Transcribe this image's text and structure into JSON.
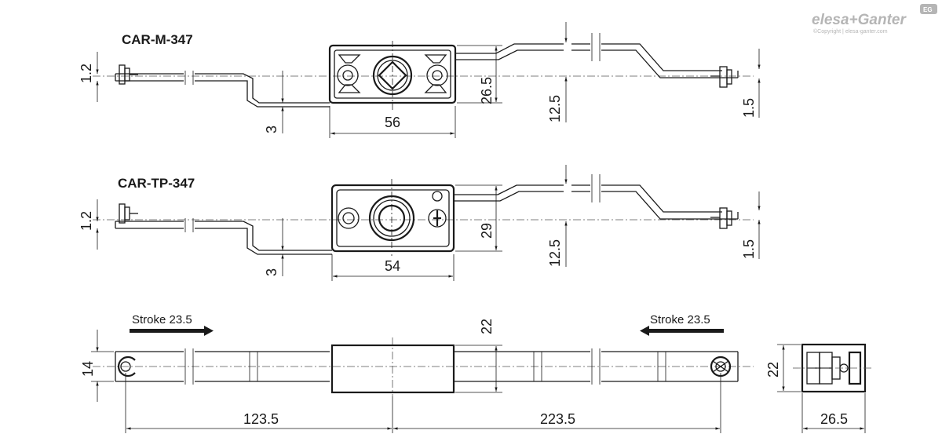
{
  "brand": {
    "logo_text": "elesa+Ganter",
    "copyright": "©Copyright | elesa-ganter.com",
    "badge": "EG",
    "color": "#b5b5b5"
  },
  "views": {
    "car_m": {
      "title": "CAR-M-347",
      "dims": {
        "width": "56",
        "height": "26.5",
        "offset": "12.5",
        "rod_thk": "3",
        "left_gap": "1.2",
        "right_gap": "1.5"
      }
    },
    "car_tp": {
      "title": "CAR-TP-347",
      "dims": {
        "width": "54",
        "height": "29",
        "offset": "12.5",
        "rod_thk": "3",
        "left_gap": "1.2",
        "right_gap": "1.5"
      }
    },
    "plan": {
      "stroke_left": "Stroke 23.5",
      "stroke_right": "Stroke 23.5",
      "dims": {
        "body_width": "22",
        "rod_width": "14",
        "left_len": "123.5",
        "right_len": "223.5"
      }
    },
    "side": {
      "dims": {
        "height": "22",
        "width": "26.5"
      }
    }
  }
}
